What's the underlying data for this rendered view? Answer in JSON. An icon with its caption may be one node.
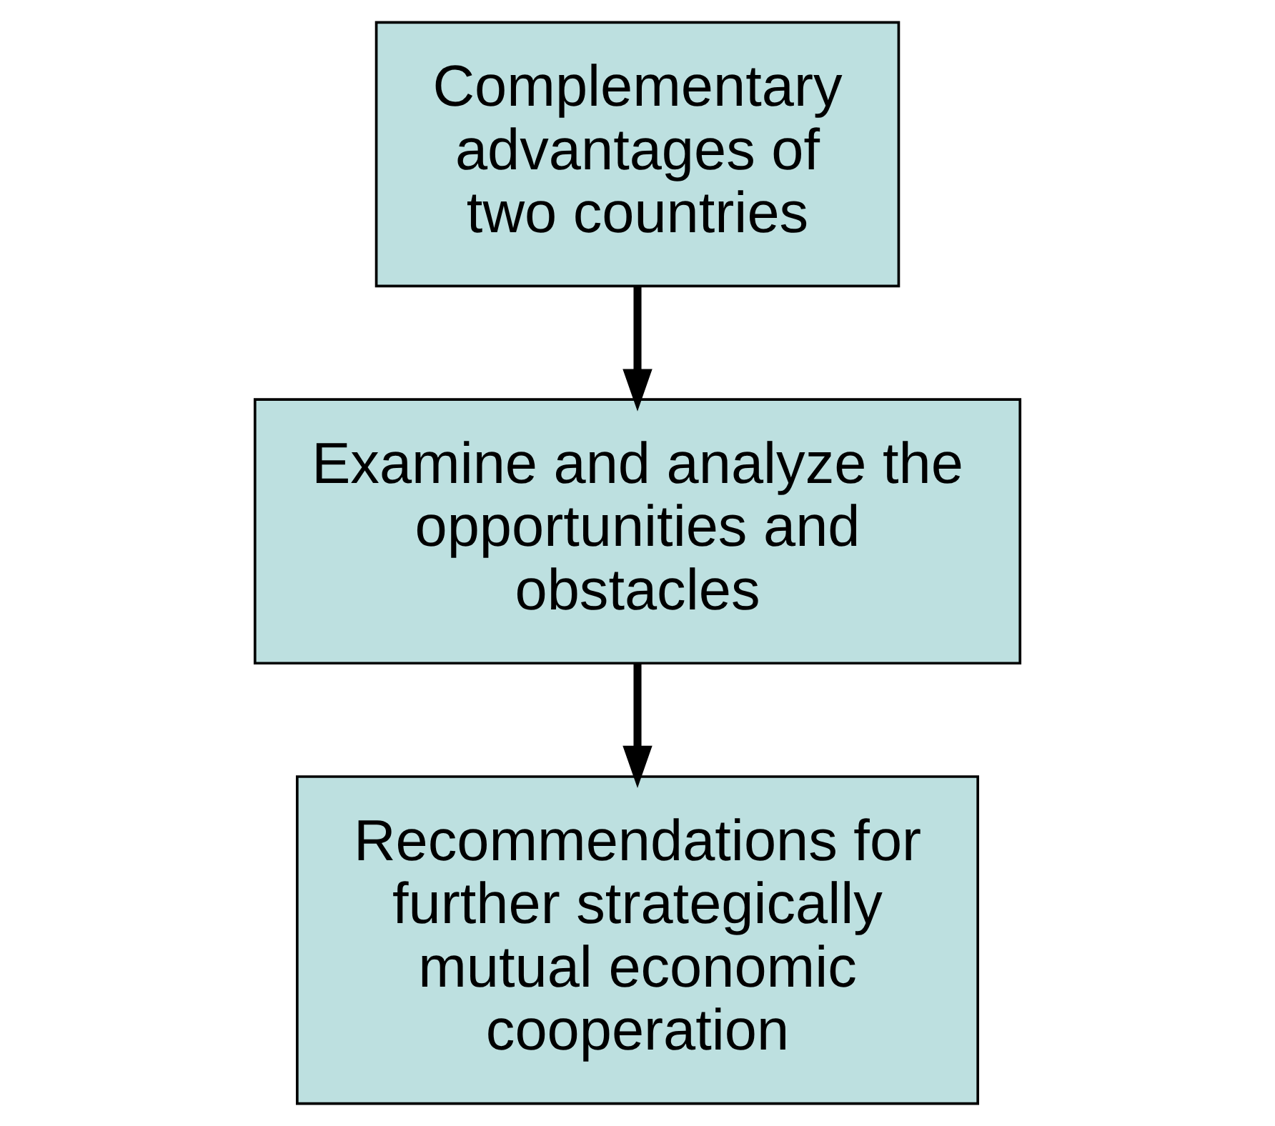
{
  "diagram": {
    "nodes": [
      {
        "text": [
          "Complementary advantages of two countries"
        ]
      },
      {
        "text": [
          "Examine and analyze the opportunities and obstacles"
        ]
      },
      {
        "text": [
          "Recommendations for further strategically mutual economic cooperation"
        ]
      }
    ],
    "edges": [
      {
        "from": 0,
        "to": 1,
        "arrow": "to"
      },
      {
        "from": 1,
        "to": 2,
        "arrow": "to"
      }
    ]
  }
}
